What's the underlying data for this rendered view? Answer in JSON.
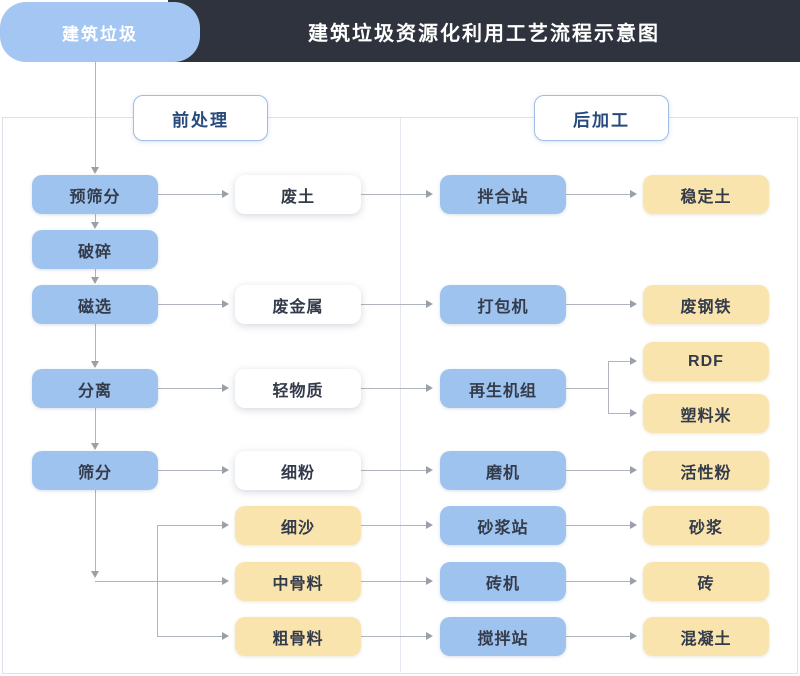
{
  "header": {
    "source_tab": "建筑垃圾",
    "title": "建筑垃圾资源化利用工艺流程示意图"
  },
  "sections": {
    "pre_label": "前处理",
    "post_label": "后加工"
  },
  "nodes": {
    "pre_screening": "预筛分",
    "crushing": "破碎",
    "magnetic_separation": "磁选",
    "separation": "分离",
    "screening": "筛分",
    "waste_soil": "废土",
    "waste_metal": "废金属",
    "light_material": "轻物质",
    "fine_powder": "细粉",
    "fine_sand": "细沙",
    "medium_aggregate": "中骨料",
    "coarse_aggregate": "粗骨料",
    "mixing_plant": "拌合站",
    "baler": "打包机",
    "regeneration_unit": "再生机组",
    "mill": "磨机",
    "mortar_plant": "砂浆站",
    "brick_machine": "砖机",
    "concrete_mixing_plant": "搅拌站",
    "stabilized_soil": "稳定土",
    "scrap_steel": "废钢铁",
    "rdf": "RDF",
    "plastic_pellets": "塑料米",
    "active_powder": "活性粉",
    "mortar": "砂浆",
    "brick": "砖",
    "concrete": "混凝土"
  },
  "colors": {
    "header_dark": "#2e333d",
    "tab_blue": "#a4c6f2",
    "node_blue": "#9fc3ef",
    "node_yellow": "#fae4ae",
    "node_white": "#ffffff",
    "badge_text_blue": "#274a7e",
    "badge_border": "#9fbde8",
    "connector_gray": "#aeb3bc",
    "panel_border": "#dde1ec"
  }
}
